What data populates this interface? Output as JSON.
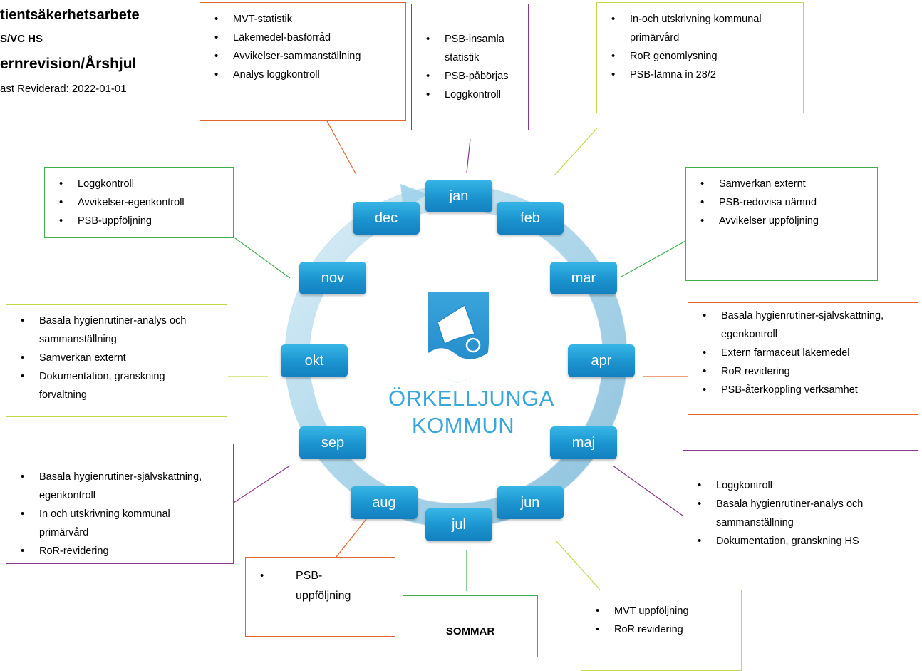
{
  "title": {
    "line1": "tientsäkerhetsarbete",
    "line2": "S/VC HS",
    "line3": "ernrevision/Årshjul",
    "line4": "ast Reviderad: 2022-01-01"
  },
  "months": [
    "jan",
    "feb",
    "mar",
    "apr",
    "maj",
    "jun",
    "jul",
    "aug",
    "sep",
    "okt",
    "nov",
    "dec"
  ],
  "logo": {
    "line1": "ÖRKELLJUNGA",
    "line2": "KOMMUN"
  },
  "boxes": {
    "dec_top": [
      "MVT-statistik",
      "Läkemedel-basförråd",
      "Avvikelser-sammanställning",
      "Analys loggkontroll"
    ],
    "jan": [
      "PSB-insamla statistik",
      "PSB-påbörjas",
      "Loggkontroll"
    ],
    "feb": [
      "In-och utskrivning kommunal primärvård",
      "RoR genomlysning",
      "PSB-lämna in 28/2"
    ],
    "nov": [
      "Loggkontroll",
      "Avvikelser-egenkontroll",
      "PSB-uppföljning"
    ],
    "mar": [
      "Samverkan externt",
      "PSB-redovisa nämnd",
      "Avvikelser uppföljning"
    ],
    "okt": [
      "Basala hygienrutiner-analys och sammanställning",
      "Samverkan externt",
      "Dokumentation, granskning förvaltning"
    ],
    "apr": [
      "Basala hygienrutiner-självskattning, egenkontroll",
      "Extern farmaceut  läkemedel",
      "RoR revidering",
      "PSB-återkoppling verksamhet"
    ],
    "sep": [
      "Basala hygienrutiner-självskattning, egenkontroll",
      "In och utskrivning kommunal primärvård",
      "RoR-revidering"
    ],
    "maj": [
      "Loggkontroll",
      "Basala hygienrutiner-analys och sammanställning",
      "Dokumentation, granskning HS"
    ],
    "aug": [
      "PSB-uppföljning"
    ],
    "jul": "SOMMAR",
    "jun": [
      "MVT uppföljning",
      "RoR revidering"
    ]
  },
  "colors": {
    "month_box": "#1b93cf",
    "orange": "#e0662d",
    "purple": "#8a3a8f",
    "lime": "#c6d64a",
    "green": "#41ad4c",
    "logo_text": "#3aa6da"
  }
}
